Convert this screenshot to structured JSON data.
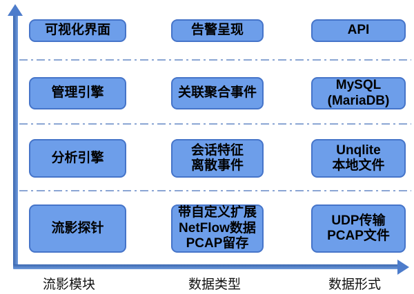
{
  "matrix": {
    "rows": [
      {
        "cells": [
          {
            "label": "可视化界面"
          },
          {
            "label": "告警呈现"
          },
          {
            "label": "API"
          }
        ]
      },
      {
        "cells": [
          {
            "label": "管理引擎"
          },
          {
            "label": "关联聚合事件"
          },
          {
            "label": "MySQL\n(MariaDB)"
          }
        ]
      },
      {
        "cells": [
          {
            "label": "分析引擎"
          },
          {
            "label": "会话特征\n离散事件"
          },
          {
            "label": "Unqlite\n本地文件"
          }
        ]
      },
      {
        "cells": [
          {
            "label": "流影探针"
          },
          {
            "label": "带自定义扩展\nNetFlow数据\nPCAP留存"
          },
          {
            "label": "UDP传输\nPCAP文件"
          }
        ]
      }
    ]
  },
  "axes": {
    "x_labels": [
      "流影模块",
      "数据类型",
      "数据形式"
    ]
  },
  "colors": {
    "box_fill": "#6D9EEA",
    "box_border": "#4574C9",
    "axis": "#4472C4",
    "dashed_line": "#8AA5D3",
    "text": "#000000"
  }
}
